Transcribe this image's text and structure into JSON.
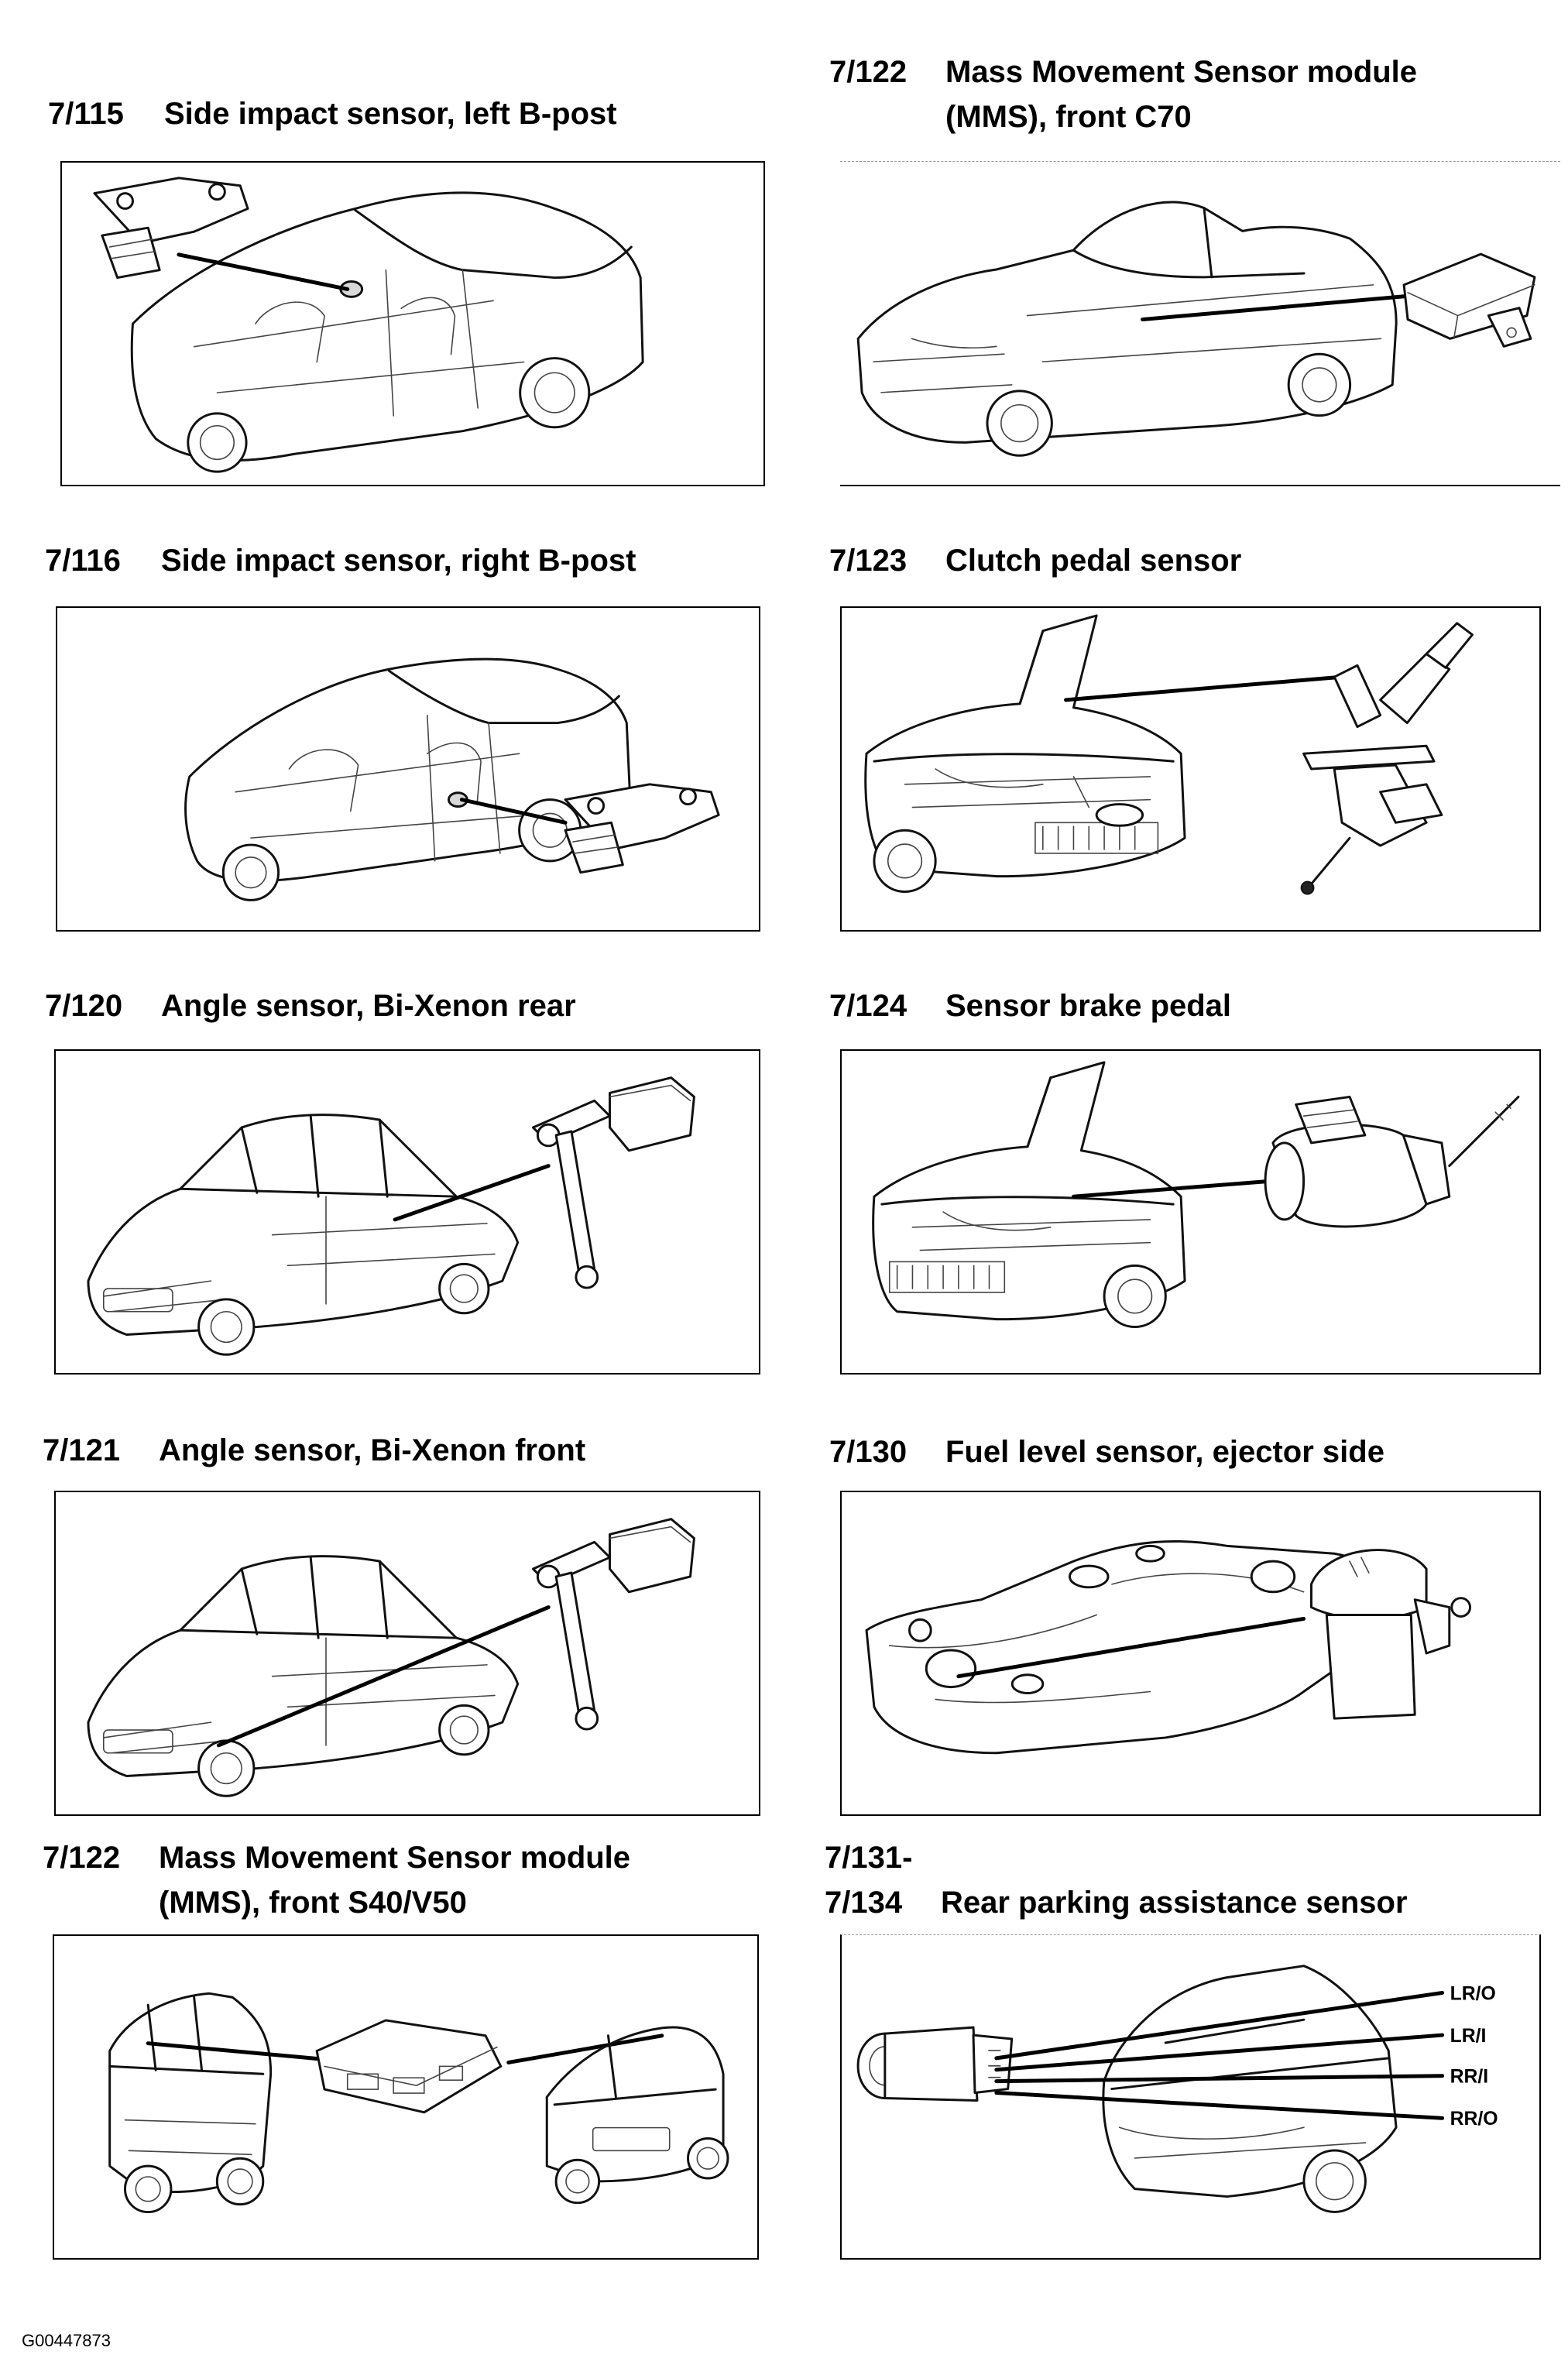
{
  "figure_code": "G00447873",
  "panels": [
    {
      "id": "7-115",
      "number": "7/115",
      "title": "Side impact sensor, left B-post"
    },
    {
      "id": "7-122-c70",
      "number": "7/122",
      "title": "Mass Movement Sensor module",
      "title_line2": "(MMS), front C70"
    },
    {
      "id": "7-116",
      "number": "7/116",
      "title": "Side impact sensor, right B-post"
    },
    {
      "id": "7-123",
      "number": "7/123",
      "title": "Clutch pedal sensor"
    },
    {
      "id": "7-120",
      "number": "7/120",
      "title": "Angle sensor, Bi-Xenon rear"
    },
    {
      "id": "7-124",
      "number": "7/124",
      "title": "Sensor brake pedal"
    },
    {
      "id": "7-121",
      "number": "7/121",
      "title": "Angle sensor, Bi-Xenon front"
    },
    {
      "id": "7-130",
      "number": "7/130",
      "title": "Fuel level sensor, ejector side"
    },
    {
      "id": "7-122-s40",
      "number": "7/122",
      "title": "Mass Movement Sensor module",
      "title_line2": "(MMS), front S40/V50"
    },
    {
      "id": "7-131",
      "number": "7/131-",
      "number_line2": "7/134",
      "title": "Rear parking assistance sensor"
    }
  ],
  "parking_sensor_labels": [
    "LR/O",
    "LR/I",
    "RR/I",
    "RR/O"
  ]
}
